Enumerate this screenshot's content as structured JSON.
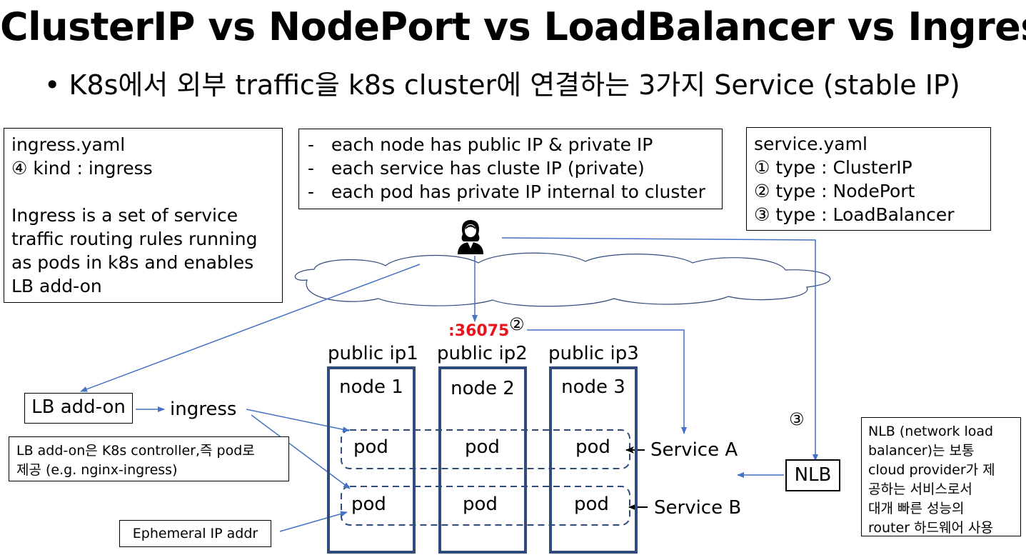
{
  "title": "ClusterIP vs NodePort vs LoadBalancer vs Ingress",
  "subtitle": "• K8s에서 외부 traffic을 k8s cluster에 연결하는 3가지 Service (stable IP)",
  "ingress_box": {
    "lines": [
      "ingress.yaml",
      "④ kind : ingress",
      "",
      "Ingress is a set of service",
      "traffic routing rules running",
      "as pods in k8s and enables",
      "LB add-on"
    ]
  },
  "ip_notes": {
    "lines": [
      "-   each node has public IP & private IP",
      "-   each service has cluste IP (private)",
      "-   each pod has private IP internal to cluster"
    ]
  },
  "service_box": {
    "lines": [
      "service.yaml",
      "① type : ClusterIP",
      "② type : NodePort",
      "③ type : LoadBalancer"
    ]
  },
  "nodeport": {
    "port": ":36075",
    "marker": "②"
  },
  "nodes": [
    {
      "public_ip": "public ip1",
      "label": "node 1"
    },
    {
      "public_ip": "public ip2",
      "label": "node 2"
    },
    {
      "public_ip": "public ip3",
      "label": "node 3"
    }
  ],
  "pods": {
    "row1": [
      "pod",
      "pod",
      "pod"
    ],
    "row2": [
      "pod",
      "pod",
      "pod"
    ]
  },
  "services": {
    "a": "Service A",
    "b": "Service B"
  },
  "lb_addon": "LB add-on",
  "ingress_label": "ingress",
  "lb_addon_note": {
    "lines": [
      "LB add-on은 K8s controller,즉 pod로",
      "제공 (e.g. nginx-ingress)"
    ]
  },
  "ephemeral_note": "Ephemeral IP addr",
  "nlb": {
    "marker": "③",
    "label": "NLB"
  },
  "nlb_note": {
    "lines": [
      "NLB (network load",
      "balancer)는 보통",
      "cloud provider가 제",
      "공하는 서비스로서",
      "대개 빠른 성능의",
      "router 하드웨어 사용"
    ]
  },
  "colors": {
    "arrow": "#4472c4",
    "node_border": "#2f4b7c",
    "port": "#e8141b"
  },
  "icons": {
    "user": "user-icon",
    "cloud": "cloud-icon"
  }
}
